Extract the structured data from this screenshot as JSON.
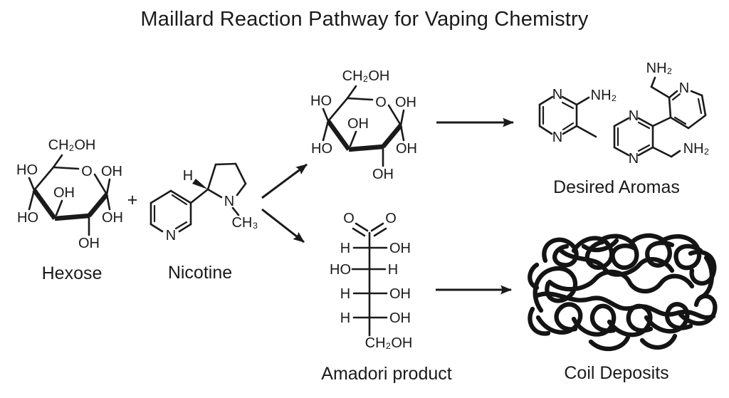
{
  "title": "Maillard Reaction Pathway for Vaping Chemistry",
  "labels": {
    "hexose": "Hexose",
    "plus": "+",
    "nicotine": "Nicotine",
    "amadori_product": "Amadori product",
    "desired_aromas": "Desired Aromas",
    "coil_deposits": "Coil Deposits"
  },
  "atoms": {
    "ch2oh": "CH₂OH",
    "ho": "HO",
    "oh": "OH",
    "o": "O",
    "n": "N",
    "h": "H",
    "nh2": "NH₂",
    "ch3": "CH₃"
  },
  "colors": {
    "ink": "#1a1a1a",
    "background": "#ffffff"
  }
}
